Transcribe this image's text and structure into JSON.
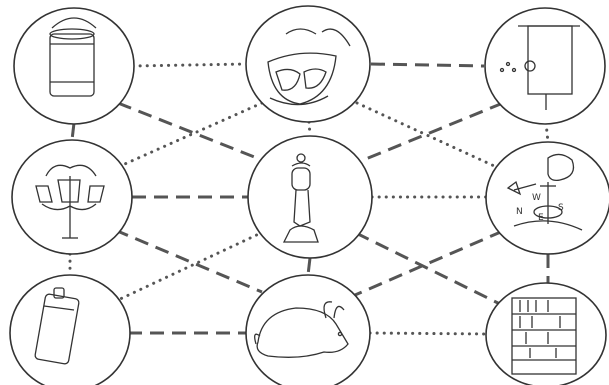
{
  "figure": {
    "nodes": [
      {
        "id": "lunch-pail",
        "icon": "lunch-pail-icon"
      },
      {
        "id": "apron",
        "icon": "apron-icon"
      },
      {
        "id": "birdhouse",
        "icon": "birdhouse-icon"
      },
      {
        "id": "street-lamp",
        "icon": "street-lamp-icon"
      },
      {
        "id": "oil-lamp",
        "icon": "oil-lamp-icon"
      },
      {
        "id": "weather-vane",
        "icon": "weather-vane-icon"
      },
      {
        "id": "flask",
        "icon": "flask-icon"
      },
      {
        "id": "rabbit",
        "icon": "rabbit-icon"
      },
      {
        "id": "bookcase",
        "icon": "bookcase-icon"
      }
    ],
    "edges": [
      {
        "from": "lunch-pail",
        "to": "apron",
        "style": "dotted"
      },
      {
        "from": "apron",
        "to": "birdhouse",
        "style": "dashed"
      },
      {
        "from": "lunch-pail",
        "to": "street-lamp",
        "style": "dashed"
      },
      {
        "from": "apron",
        "to": "oil-lamp",
        "style": "dotted"
      },
      {
        "from": "birdhouse",
        "to": "weather-vane",
        "style": "dotted"
      },
      {
        "from": "lunch-pail",
        "to": "oil-lamp",
        "style": "dashed"
      },
      {
        "from": "apron",
        "to": "street-lamp",
        "style": "dotted"
      },
      {
        "from": "apron",
        "to": "weather-vane",
        "style": "dotted"
      },
      {
        "from": "birdhouse",
        "to": "oil-lamp",
        "style": "dashed"
      },
      {
        "from": "street-lamp",
        "to": "oil-lamp",
        "style": "dashed"
      },
      {
        "from": "oil-lamp",
        "to": "weather-vane",
        "style": "dotted"
      },
      {
        "from": "street-lamp",
        "to": "flask",
        "style": "dotted"
      },
      {
        "from": "oil-lamp",
        "to": "rabbit",
        "style": "dashed"
      },
      {
        "from": "weather-vane",
        "to": "bookcase",
        "style": "dashed"
      },
      {
        "from": "street-lamp",
        "to": "rabbit",
        "style": "dashed"
      },
      {
        "from": "oil-lamp",
        "to": "flask",
        "style": "dotted"
      },
      {
        "from": "oil-lamp",
        "to": "bookcase",
        "style": "dashed"
      },
      {
        "from": "weather-vane",
        "to": "rabbit",
        "style": "dashed"
      },
      {
        "from": "flask",
        "to": "rabbit",
        "style": "dashed"
      },
      {
        "from": "rabbit",
        "to": "bookcase",
        "style": "dotted"
      }
    ],
    "stroke_color": "#333333",
    "line_color": "#555555",
    "background": "#ffffff"
  }
}
